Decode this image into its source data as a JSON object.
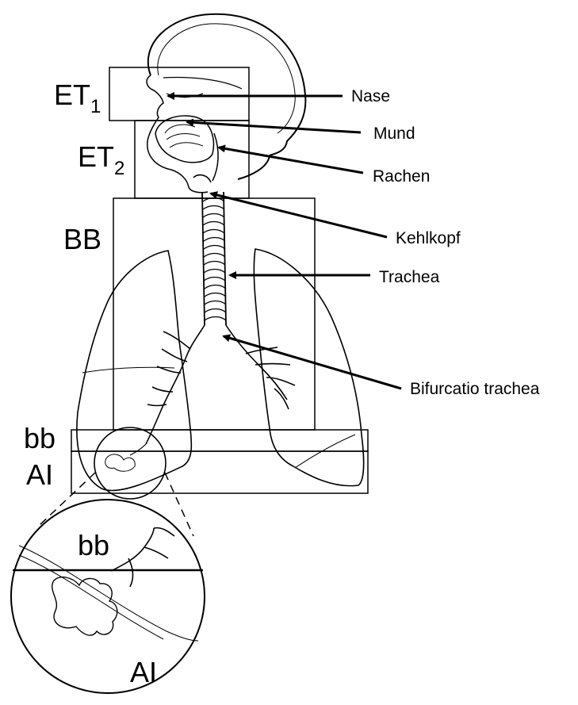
{
  "regions": {
    "et1": {
      "main": "ET",
      "sub": "1"
    },
    "et2": {
      "main": "ET",
      "sub": "2"
    },
    "bb_upper": "BB",
    "bb_lower": "bb",
    "ai": "AI",
    "zoom_bb": "bb",
    "zoom_ai": "AI"
  },
  "labels": {
    "nase": "Nase",
    "mund": "Mund",
    "rachen": "Rachen",
    "kehlkopf": "Kehlkopf",
    "trachea": "Trachea",
    "bifurcatio": "Bifurcatio trachea"
  },
  "colors": {
    "ink": "#000000",
    "background": "#ffffff"
  }
}
